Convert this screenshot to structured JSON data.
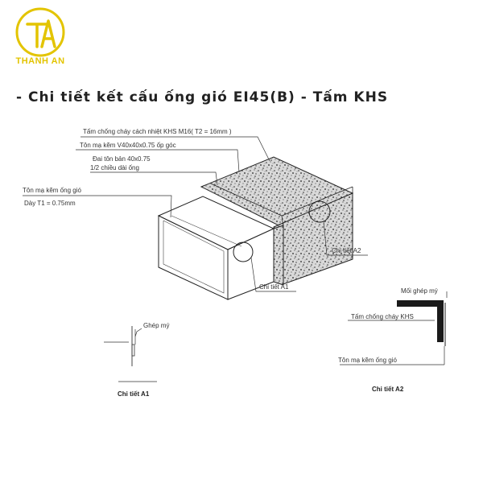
{
  "logo": {
    "monogram": "TA",
    "brand": "THANH AN",
    "color": "#e3c400"
  },
  "title": "- Chi tiết kết cấu ống gió EI45(B) - Tấm KHS",
  "labels": {
    "board": "Tấm chống cháy cách nhiệt KHS M16( T2 = 16mm )",
    "angle": "Tôn mạ kẽm V40x40x0.75 ốp góc",
    "band1": "Đai tôn bản 40x0.75",
    "band2": "1/2 chiều dài ống",
    "duct1": "Tôn mạ kẽm ống gió",
    "duct2": "Dày T1 = 0.75mm",
    "a1_callout": "Chi tiết A1",
    "a2_callout": "Chi tiết A2"
  },
  "detail_a1": {
    "label": "Ghép mý",
    "caption": "Chi tiết A1"
  },
  "detail_a2": {
    "seam": "Mối ghép mý",
    "board": "Tấm chống cháy KHS",
    "duct": "Tôn mạ kẽm ống gió",
    "caption": "Chi tiết A2"
  }
}
